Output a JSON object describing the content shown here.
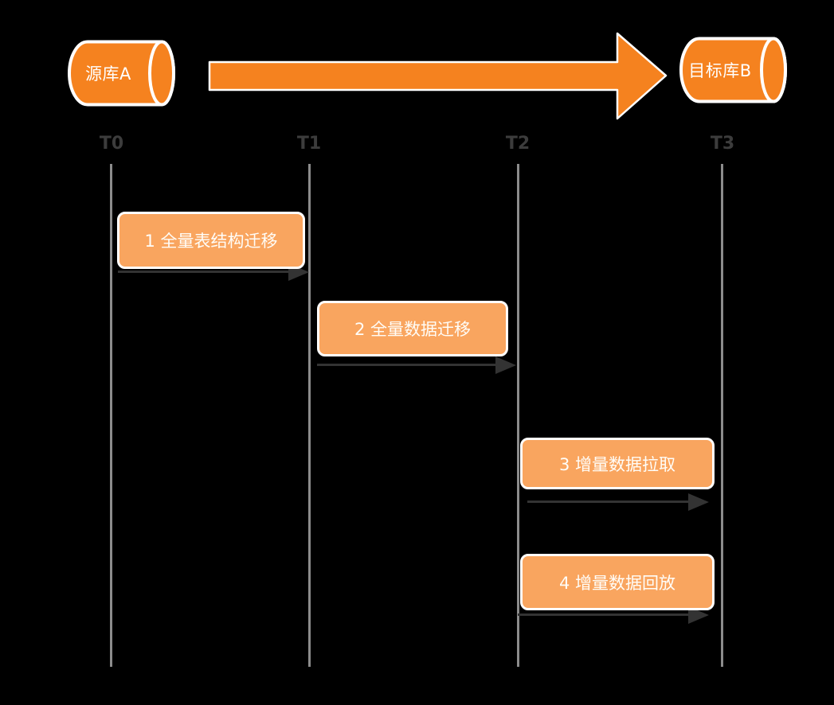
{
  "diagram": {
    "title_implicit": "",
    "source_db": {
      "label": "源库A"
    },
    "target_db": {
      "label": "目标库B"
    },
    "timeline": [
      {
        "label": "T0"
      },
      {
        "label": "T1"
      },
      {
        "label": "T2"
      },
      {
        "label": "T3"
      }
    ],
    "steps": [
      {
        "label": "1 全量表结构迁移"
      },
      {
        "label": "2 全量数据迁移"
      },
      {
        "label": "3 增量数据拉取"
      },
      {
        "label": "4 增量数据回放"
      }
    ],
    "colors": {
      "background": "#000000",
      "db_cylinder_orange": "#f5821f",
      "big_arrow_orange": "#f5821f",
      "step_box_orange": "#f9a55f",
      "outline_white": "#ffffff",
      "timeline_line_gray": "#8c8c8c",
      "timeline_label_gray": "#3c3c3c",
      "step_arrow_dark": "#333333",
      "text_white": "#ffffff"
    }
  }
}
